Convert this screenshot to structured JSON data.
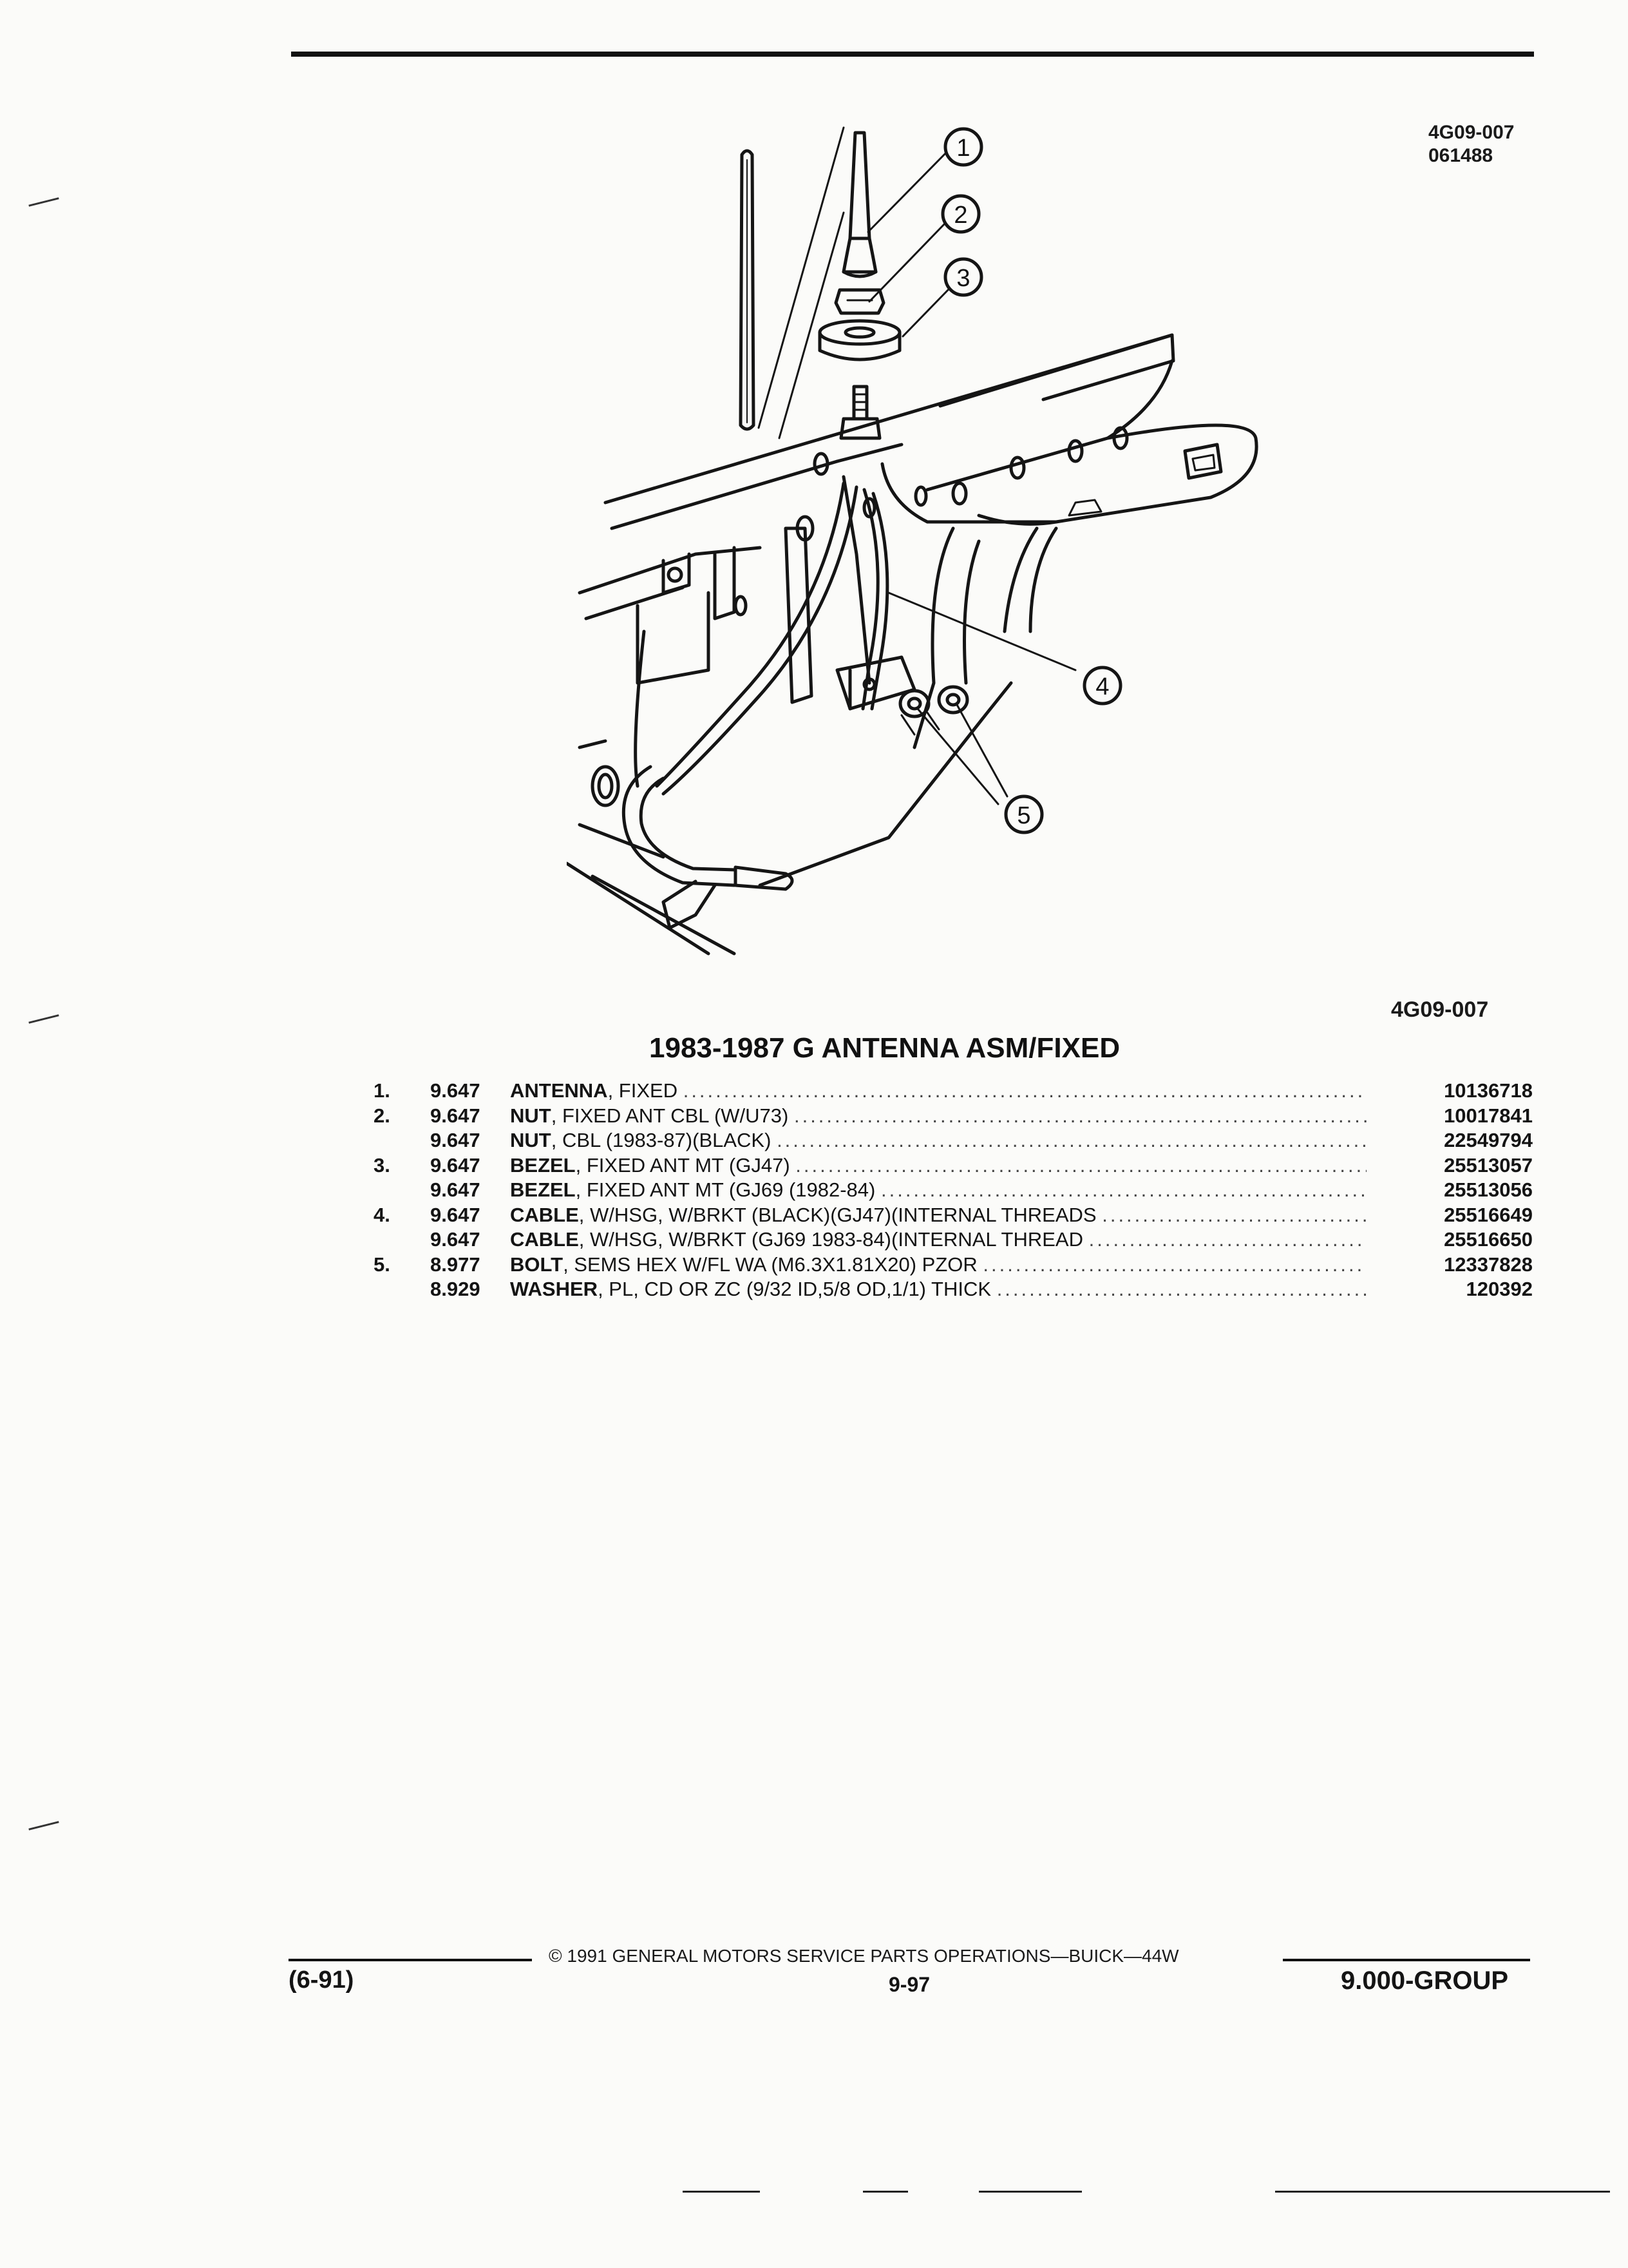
{
  "header": {
    "ref_code": "4G09-007",
    "ref_date": "061488"
  },
  "figure": {
    "callouts": [
      "1",
      "2",
      "3",
      "4",
      "5"
    ],
    "code": "4G09-007"
  },
  "title": "1983-1987 G ANTENNA ASM/FIXED",
  "parts": [
    {
      "num": "1.",
      "group": "9.647",
      "name": "ANTENNA",
      "spec": ", FIXED",
      "part_no": "10136718"
    },
    {
      "num": "2.",
      "group": "9.647",
      "name": "NUT",
      "spec": ", FIXED ANT CBL (W/U73)",
      "part_no": "10017841"
    },
    {
      "num": "",
      "group": "9.647",
      "name": "NUT",
      "spec": ", CBL (1983-87)(BLACK)",
      "part_no": "22549794"
    },
    {
      "num": "3.",
      "group": "9.647",
      "name": "BEZEL",
      "spec": ", FIXED ANT MT (GJ47)",
      "part_no": "25513057"
    },
    {
      "num": "",
      "group": "9.647",
      "name": "BEZEL",
      "spec": ", FIXED ANT MT (GJ69 (1982-84)",
      "part_no": "25513056"
    },
    {
      "num": "4.",
      "group": "9.647",
      "name": "CABLE",
      "spec": ", W/HSG, W/BRKT (BLACK)(GJ47)(INTERNAL THREADS",
      "part_no": "25516649"
    },
    {
      "num": "",
      "group": "9.647",
      "name": "CABLE",
      "spec": ", W/HSG, W/BRKT (GJ69 1983-84)(INTERNAL THREAD",
      "part_no": "25516650"
    },
    {
      "num": "5.",
      "group": "8.977",
      "name": "BOLT",
      "spec": ", SEMS HEX W/FL WA (M6.3X1.81X20) PZOR",
      "part_no": "12337828"
    },
    {
      "num": "",
      "group": "8.929",
      "name": "WASHER",
      "spec": ", PL, CD OR ZC (9/32 ID,5/8 OD,1/1) THICK",
      "part_no": "120392"
    }
  ],
  "footer": {
    "copyright": "© 1991 GENERAL MOTORS SERVICE PARTS OPERATIONS—BUICK—44W",
    "date_code": "(6-91)",
    "page": "9-97",
    "group": "9.000-GROUP"
  }
}
